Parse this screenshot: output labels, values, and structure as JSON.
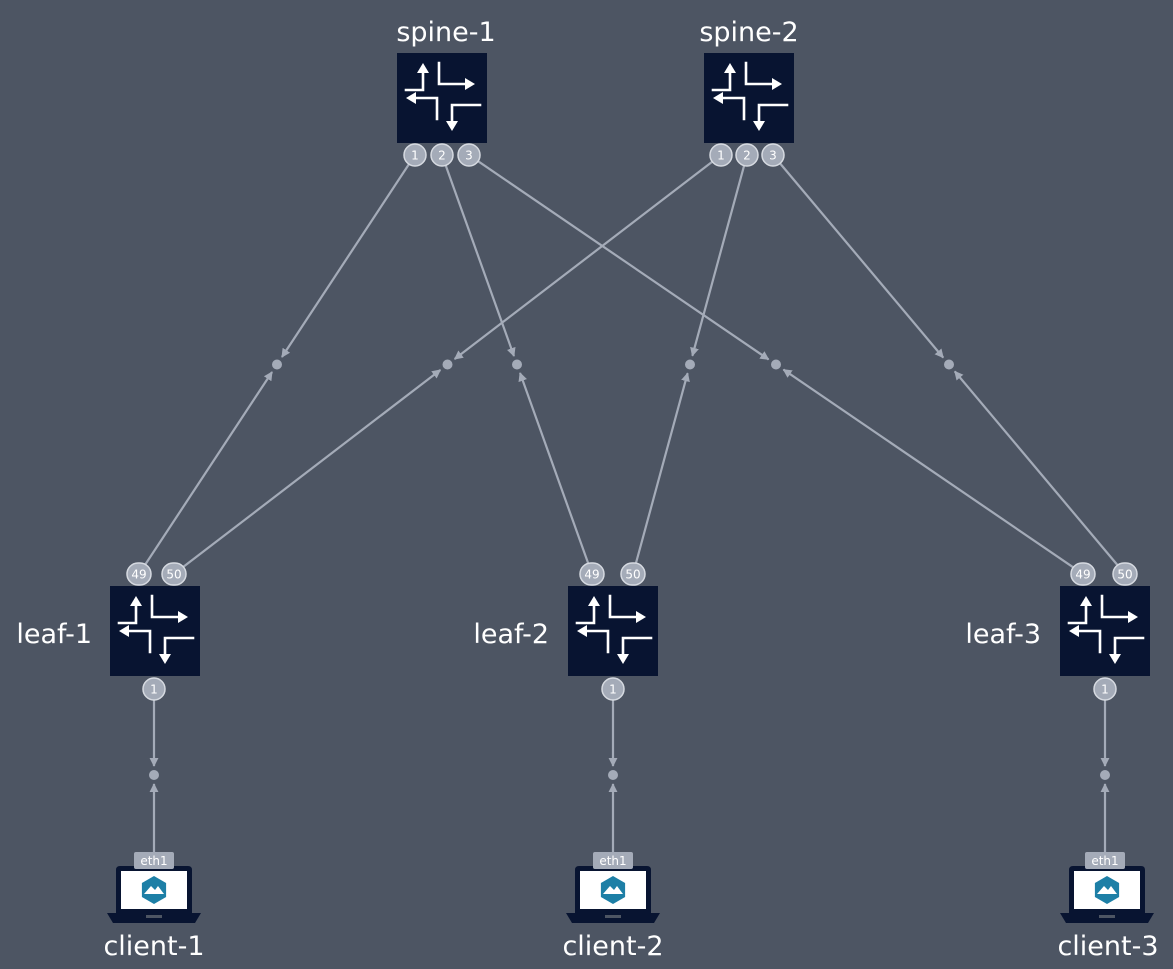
{
  "colors": {
    "background": "#4d5563",
    "link": "#a4abb8",
    "router_fill": "#081431",
    "label": "#ffffff",
    "client_accent": "#1d7fa6"
  },
  "nodes": {
    "spine1": {
      "label": "spine-1",
      "icon": "router-icon",
      "ports": [
        "1",
        "2",
        "3"
      ]
    },
    "spine2": {
      "label": "spine-2",
      "icon": "router-icon",
      "ports": [
        "1",
        "2",
        "3"
      ]
    },
    "leaf1": {
      "label": "leaf-1",
      "icon": "router-icon",
      "uplinks": [
        "49",
        "50"
      ],
      "downlink": "1"
    },
    "leaf2": {
      "label": "leaf-2",
      "icon": "router-icon",
      "uplinks": [
        "49",
        "50"
      ],
      "downlink": "1"
    },
    "leaf3": {
      "label": "leaf-3",
      "icon": "router-icon",
      "uplinks": [
        "49",
        "50"
      ],
      "downlink": "1"
    },
    "client1": {
      "label": "client-1",
      "icon": "laptop-icon",
      "interface": "eth1"
    },
    "client2": {
      "label": "client-2",
      "icon": "laptop-icon",
      "interface": "eth1"
    },
    "client3": {
      "label": "client-3",
      "icon": "laptop-icon",
      "interface": "eth1"
    }
  },
  "links": [
    {
      "a": "spine1:1",
      "b": "leaf1:49"
    },
    {
      "a": "spine1:2",
      "b": "leaf2:49"
    },
    {
      "a": "spine1:3",
      "b": "leaf3:49"
    },
    {
      "a": "spine2:1",
      "b": "leaf1:50"
    },
    {
      "a": "spine2:2",
      "b": "leaf2:50"
    },
    {
      "a": "spine2:3",
      "b": "leaf3:50"
    },
    {
      "a": "leaf1:1",
      "b": "client1:eth1"
    },
    {
      "a": "leaf2:1",
      "b": "client2:eth1"
    },
    {
      "a": "leaf3:1",
      "b": "client3:eth1"
    }
  ]
}
